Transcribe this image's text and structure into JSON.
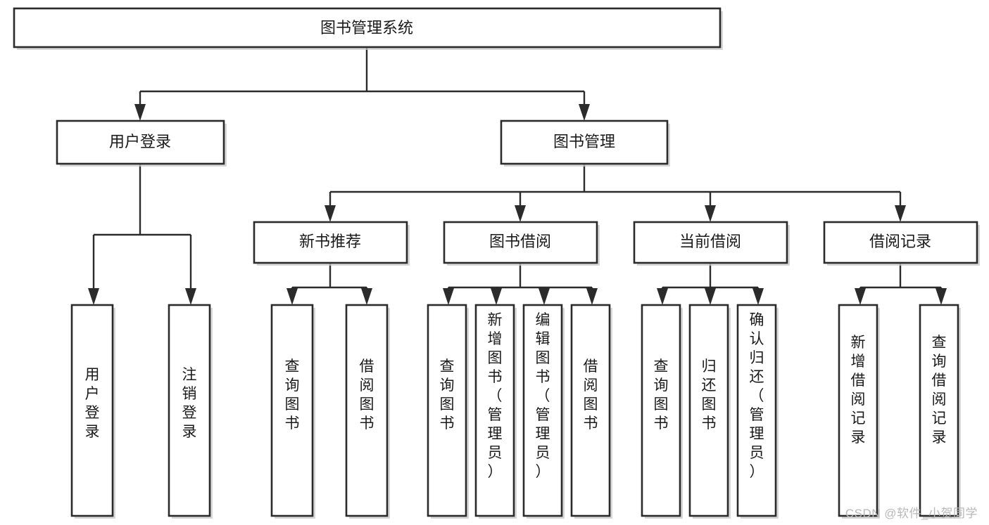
{
  "diagram": {
    "title": "图书管理系统",
    "type": "tree-hierarchy",
    "root": {
      "label": "图书管理系统",
      "orientation": "horizontal"
    },
    "level2": [
      {
        "label": "用户登录",
        "orientation": "horizontal"
      },
      {
        "label": "图书管理",
        "orientation": "horizontal"
      }
    ],
    "level3": [
      {
        "label": "新书推荐",
        "orientation": "horizontal",
        "parent": "图书管理"
      },
      {
        "label": "图书借阅",
        "orientation": "horizontal",
        "parent": "图书管理"
      },
      {
        "label": "当前借阅",
        "orientation": "horizontal",
        "parent": "图书管理"
      },
      {
        "label": "借阅记录",
        "orientation": "horizontal",
        "parent": "图书管理"
      }
    ],
    "leaves": [
      {
        "label": "用户登录",
        "orientation": "vertical",
        "parent": "用户登录"
      },
      {
        "label": "注销登录",
        "orientation": "vertical",
        "parent": "用户登录"
      },
      {
        "label": "查询图书",
        "orientation": "vertical",
        "parent": "新书推荐"
      },
      {
        "label": "借阅图书",
        "orientation": "vertical",
        "parent": "新书推荐"
      },
      {
        "label": "查询图书",
        "orientation": "vertical",
        "parent": "图书借阅"
      },
      {
        "label": "新增图书（管理员）",
        "orientation": "vertical",
        "parent": "图书借阅"
      },
      {
        "label": "编辑图书（管理员）",
        "orientation": "vertical",
        "parent": "图书借阅"
      },
      {
        "label": "借阅图书",
        "orientation": "vertical",
        "parent": "图书借阅"
      },
      {
        "label": "查询图书",
        "orientation": "vertical",
        "parent": "当前借阅"
      },
      {
        "label": "归还图书",
        "orientation": "vertical",
        "parent": "当前借阅"
      },
      {
        "label": "确认归还（管理员）",
        "orientation": "vertical",
        "parent": "当前借阅"
      },
      {
        "label": "新增借阅记录",
        "orientation": "vertical",
        "parent": "借阅记录"
      },
      {
        "label": "查询借阅记录",
        "orientation": "vertical",
        "parent": "借阅记录"
      }
    ],
    "watermark": "CSDN @软件_小贺同学",
    "colors": {
      "stroke": "#2b2b2b",
      "fill": "#ffffff",
      "text": "#1a1a1a",
      "watermark": "#b8b8b8",
      "shadow": "#c9c9c9"
    }
  }
}
